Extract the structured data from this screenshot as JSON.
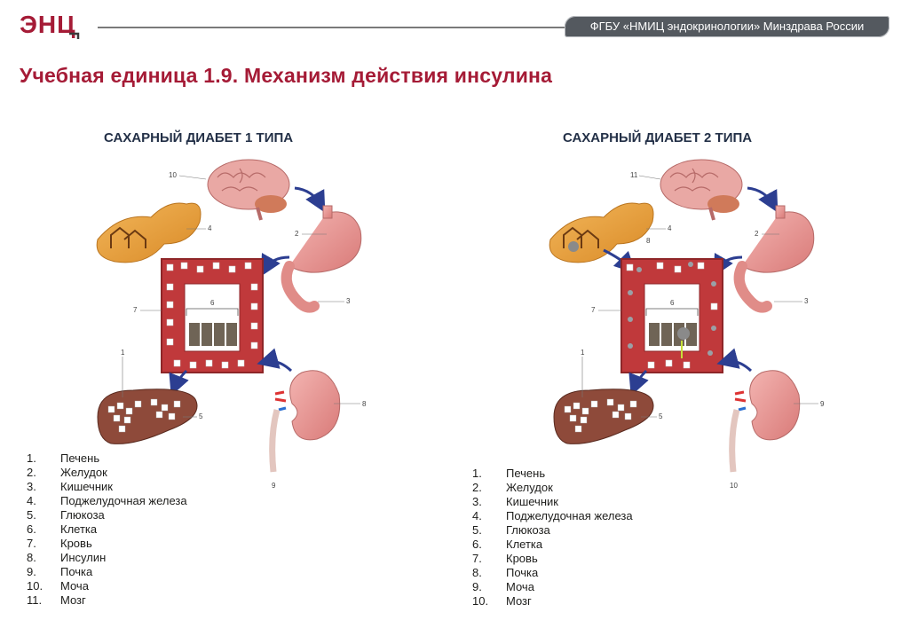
{
  "header": {
    "logo_text": "ЭНЦ",
    "org_badge": "ФГБУ «НМИЦ эндокринологии» Минздрава России"
  },
  "title": "Учебная единица 1.9. Механизм действия инсулина",
  "panels": [
    {
      "subtitle": "САХАРНЫЙ ДИАБЕТ 1 ТИПА",
      "labels": {
        "brain": "10",
        "pancreas": "4",
        "stomach": "2",
        "intestine": "3",
        "blood": "7",
        "cell": "6",
        "liver": "1",
        "glucose": "5",
        "kidney": "8",
        "urine": "9"
      },
      "legend": [
        {
          "num": "1.",
          "text": "Печень"
        },
        {
          "num": "2.",
          "text": "Желудок"
        },
        {
          "num": "3.",
          "text": "Кишечник"
        },
        {
          "num": "4.",
          "text": "Поджелудочная железа"
        },
        {
          "num": "5.",
          "text": "Глюкоза"
        },
        {
          "num": "6.",
          "text": "Клетка"
        },
        {
          "num": "7.",
          "text": "Кровь"
        },
        {
          "num": "8.",
          "text": "Инсулин"
        },
        {
          "num": "9.",
          "text": "Почка"
        },
        {
          "num": "10.",
          "text": "Моча"
        },
        {
          "num": "11.",
          "text": "Мозг"
        }
      ]
    },
    {
      "subtitle": "САХАРНЫЙ ДИАБЕТ 2 ТИПА",
      "labels": {
        "brain": "11",
        "pancreas": "4",
        "insulin": "8",
        "stomach": "2",
        "intestine": "3",
        "blood": "7",
        "cell": "6",
        "liver": "1",
        "glucose": "5",
        "kidney": "9",
        "urine": "10"
      },
      "legend": [
        {
          "num": "1.",
          "text": "Печень"
        },
        {
          "num": "2.",
          "text": "Желудок"
        },
        {
          "num": "3.",
          "text": "Кишечник"
        },
        {
          "num": "4.",
          "text": "Поджелудочная железа"
        },
        {
          "num": "5.",
          "text": "Глюкоза"
        },
        {
          "num": "6.",
          "text": "Клетка"
        },
        {
          "num": "7.",
          "text": "Кровь"
        },
        {
          "num": "8.",
          "text": "Почка"
        },
        {
          "num": "9.",
          "text": "Моча"
        },
        {
          "num": "10.",
          "text": "Мозг"
        }
      ]
    }
  ],
  "colors": {
    "accent": "#a51b36",
    "blood": "#c0393b",
    "arrow": "#2c3e91",
    "organ": "#e8a0a0",
    "pancreas": "#e9a03b",
    "liver": "#8e4a3a"
  }
}
